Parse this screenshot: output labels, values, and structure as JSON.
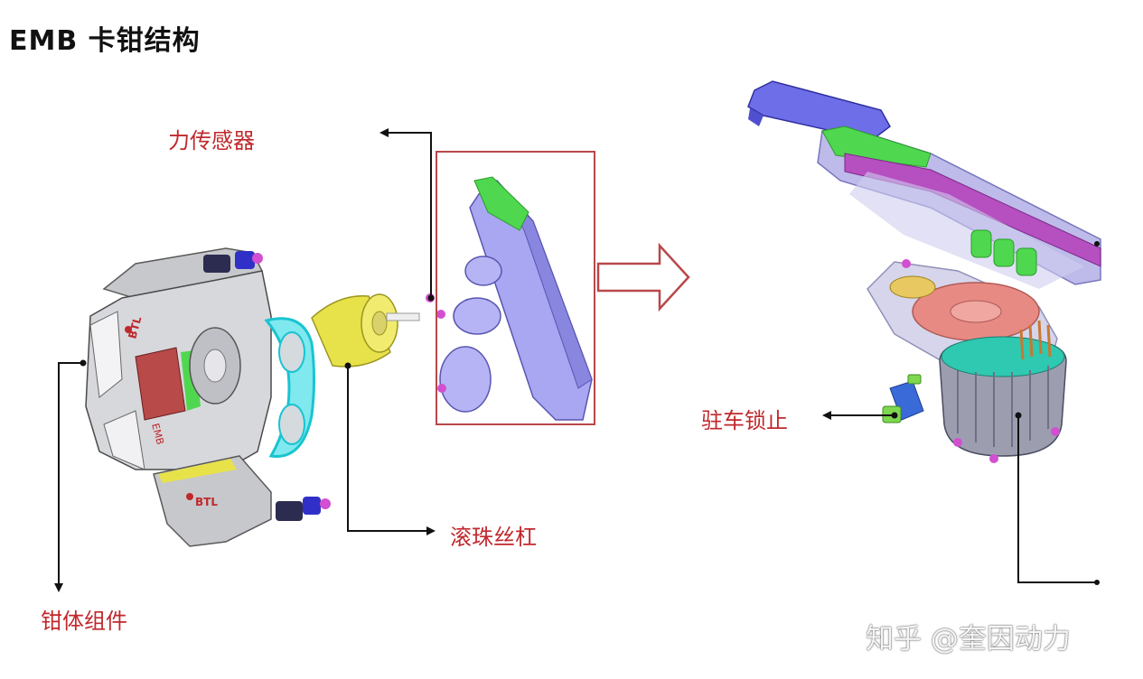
{
  "title": "EMB 卡钳结构",
  "labels": {
    "force_sensor": "力传感器",
    "ball_screw": "滚珠丝杠",
    "caliper_body": "钳体组件",
    "parking_lock": "驻车锁止"
  },
  "caliper_marks": {
    "brand_top": "BTL",
    "brand_middle": "EMB",
    "brand_bottom": "BTL"
  },
  "watermark": "知乎 @奎因动力",
  "colors": {
    "callout_text": "#c0282c",
    "highlight_frame": "#b8484a",
    "lavender_part": "#a9a6f2",
    "green_part": "#4fd84f",
    "yellow_part": "#e8e24a",
    "cyan_part": "#2fe0ea",
    "magenta_part": "#d24fd0",
    "blue_housing": "#6e6ee8",
    "salmon_gear": "#e88a84"
  }
}
